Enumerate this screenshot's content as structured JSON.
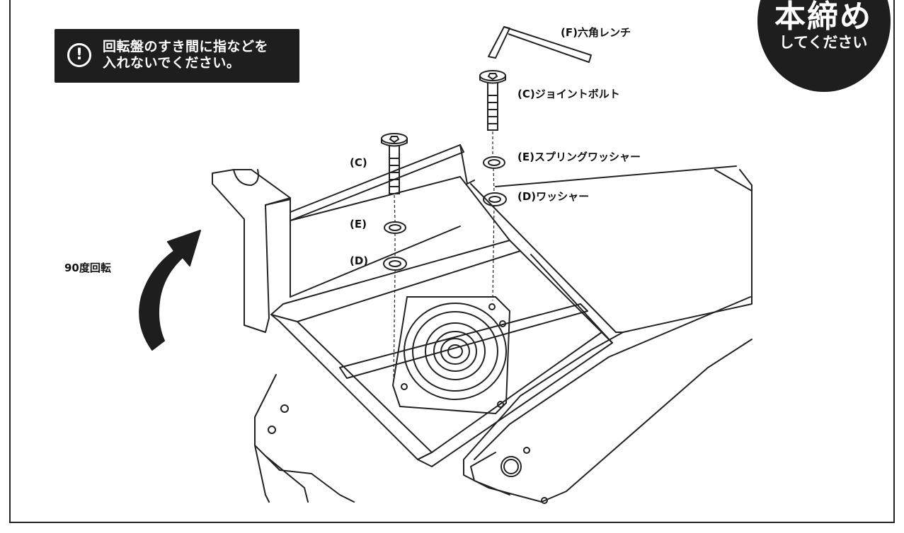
{
  "warning": {
    "icon": "exclamation-circle-icon",
    "line1": "回転盤のすき間に指などを",
    "line2": "入れないでください。"
  },
  "badge": {
    "main": "本締め",
    "sub": "してください"
  },
  "labels": {
    "wrench": "(F)六角レンチ",
    "joint_bolt": "(C)ジョイントボルト",
    "spring_washer": "(E)スプリングワッシャー",
    "washer": "(D)ワッシャー",
    "bolt_c": "(C)",
    "spring_washer_e": "(E)",
    "washer_d": "(D)",
    "rotation": "90度回転"
  },
  "colors": {
    "dark": "#1e1e1e",
    "line": "#222222"
  }
}
